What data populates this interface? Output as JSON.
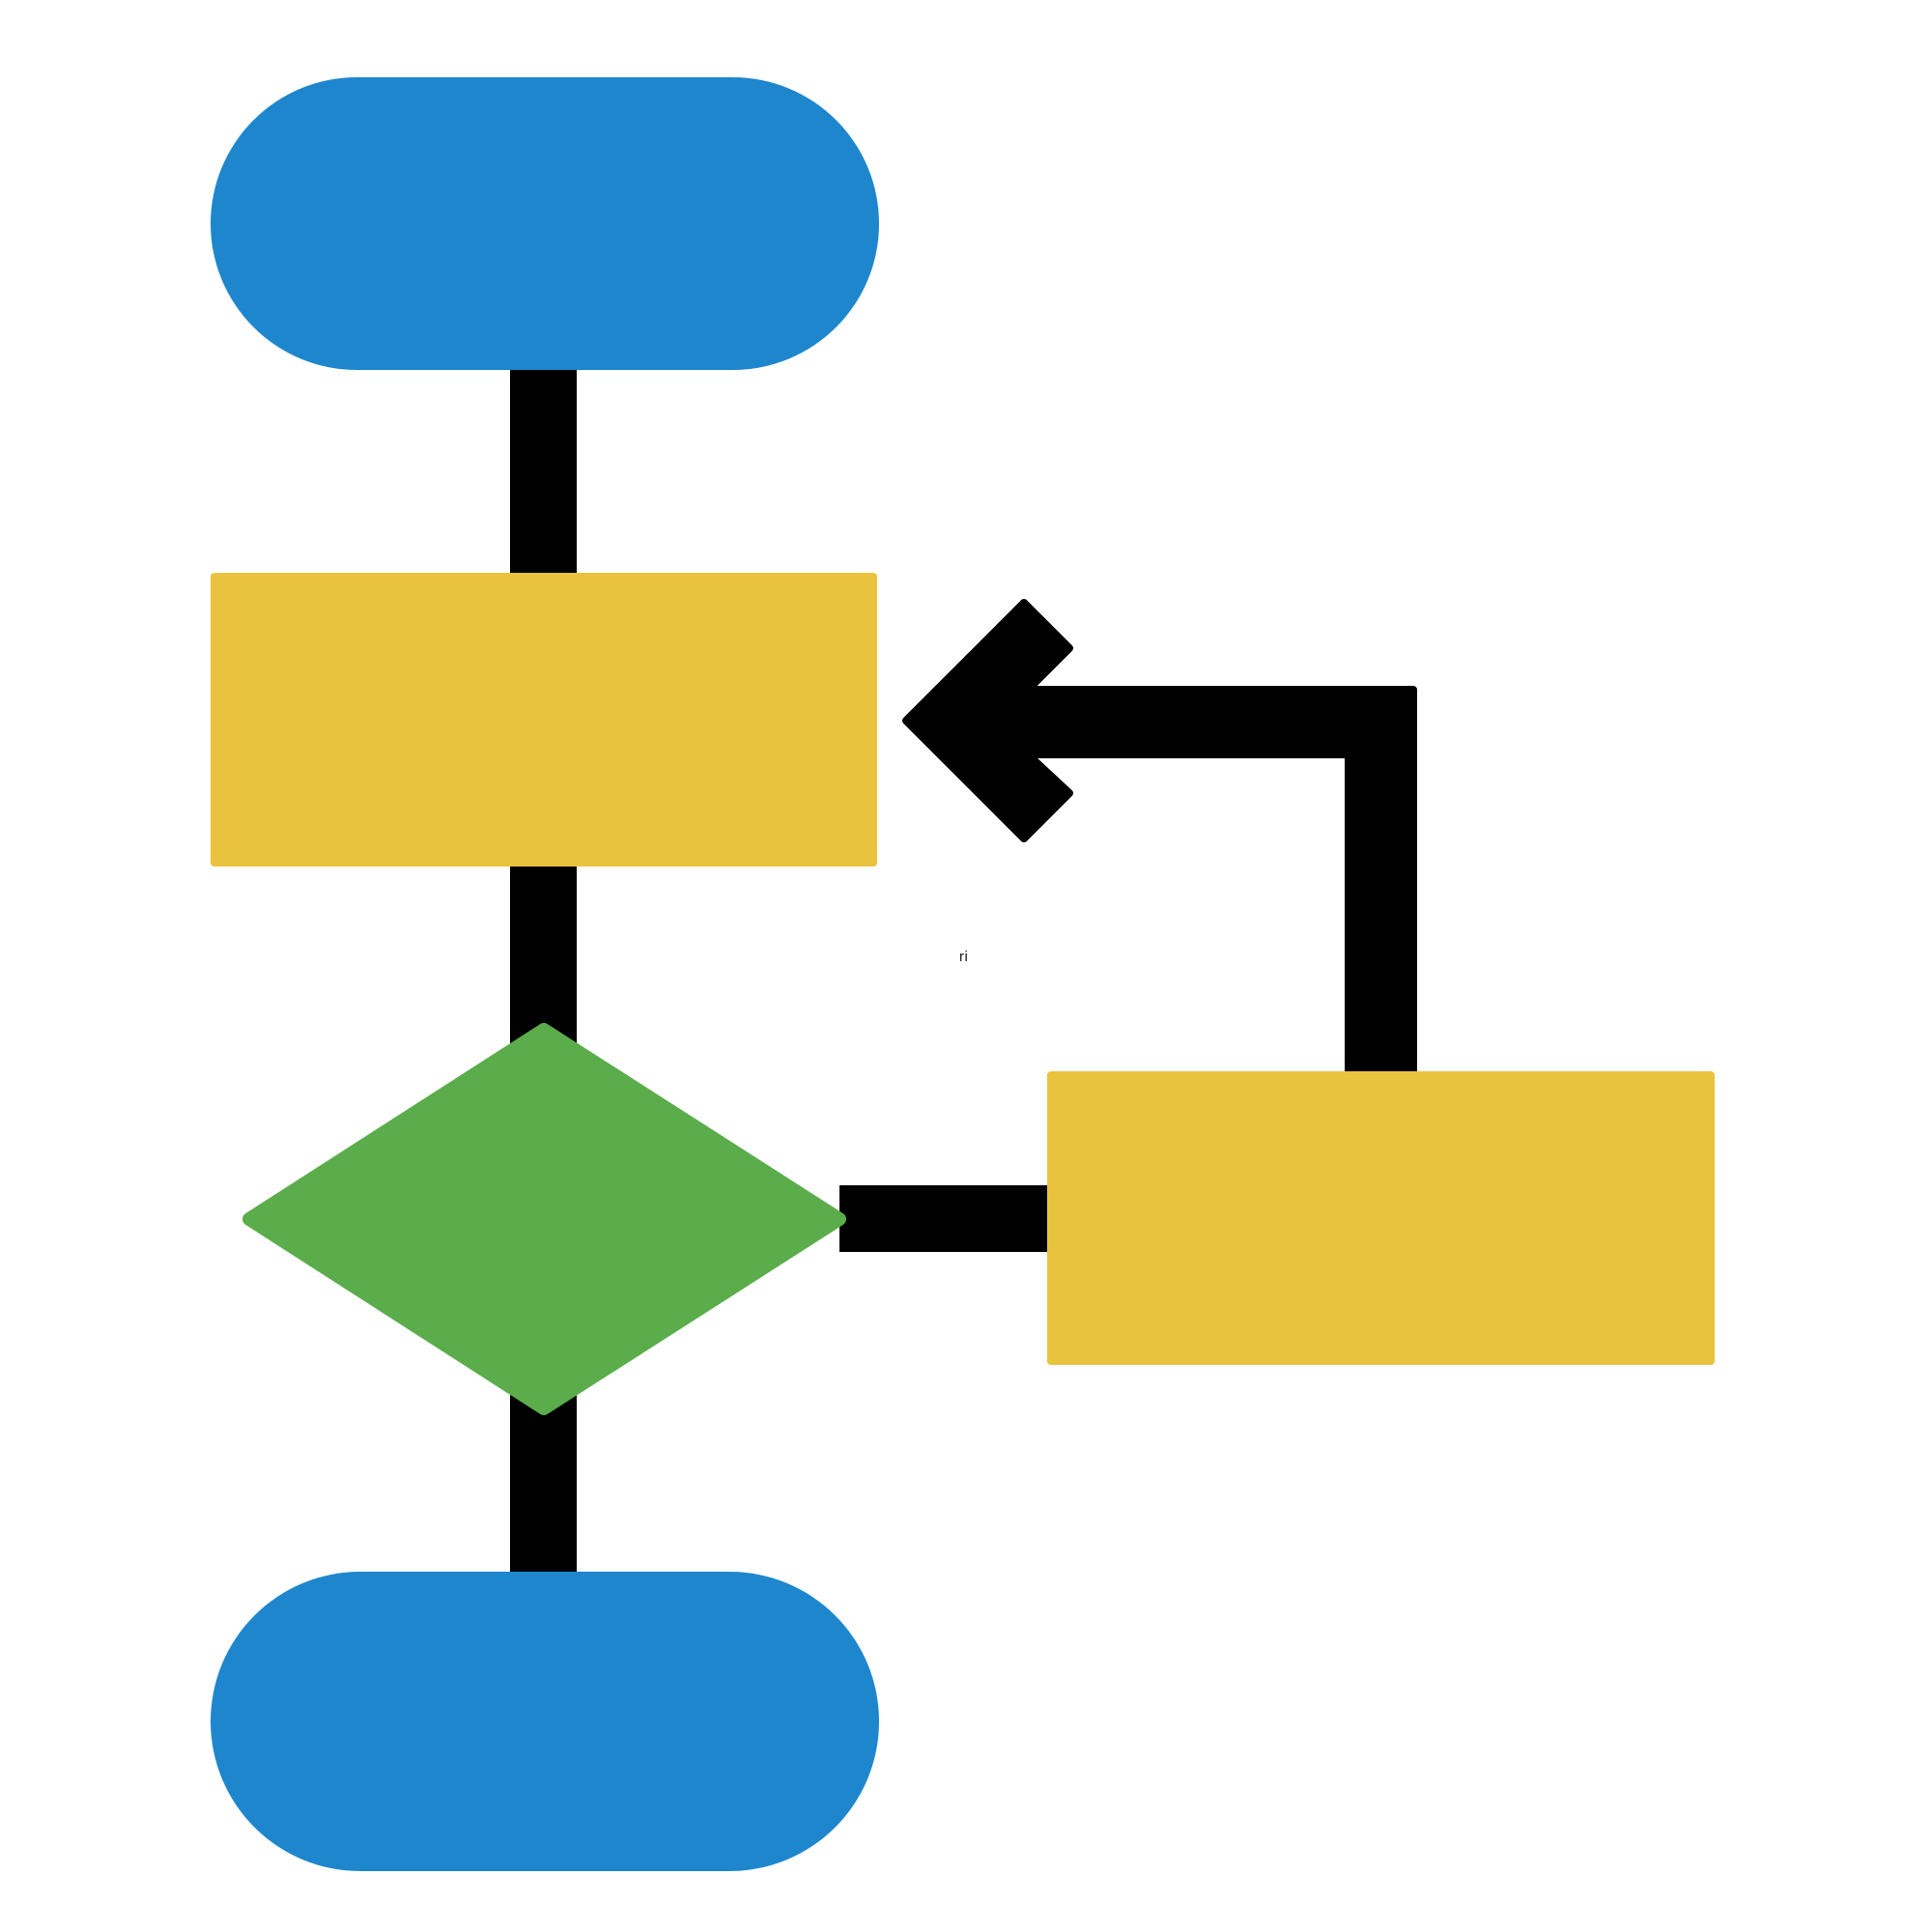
{
  "diagram": {
    "type": "flowchart",
    "background": "#ffffff",
    "colors": {
      "terminator": "#1E86CD",
      "process": "#EAC33E",
      "decision": "#5BAD4B",
      "connector": "#000000",
      "label": "#1a1a1a"
    },
    "stray_label": "ri",
    "nodes": [
      {
        "id": "start-terminator",
        "shape": "stadium",
        "fill": "terminator",
        "label": ""
      },
      {
        "id": "process-step",
        "shape": "rectangle",
        "fill": "process",
        "label": ""
      },
      {
        "id": "decision",
        "shape": "diamond",
        "fill": "decision",
        "label": ""
      },
      {
        "id": "loop-process",
        "shape": "rectangle",
        "fill": "process",
        "label": ""
      },
      {
        "id": "end-terminator",
        "shape": "stadium",
        "fill": "terminator",
        "label": ""
      }
    ],
    "edges": [
      {
        "from": "start-terminator",
        "to": "process-step",
        "style": "straight",
        "arrowhead": false
      },
      {
        "from": "process-step",
        "to": "decision",
        "style": "straight",
        "arrowhead": false
      },
      {
        "from": "decision",
        "to": "loop-process",
        "style": "straight",
        "arrowhead": false
      },
      {
        "from": "decision",
        "to": "end-terminator",
        "style": "straight",
        "arrowhead": false
      },
      {
        "from": "loop-process",
        "to": "process-step",
        "style": "elbow",
        "arrowhead": true
      }
    ]
  }
}
